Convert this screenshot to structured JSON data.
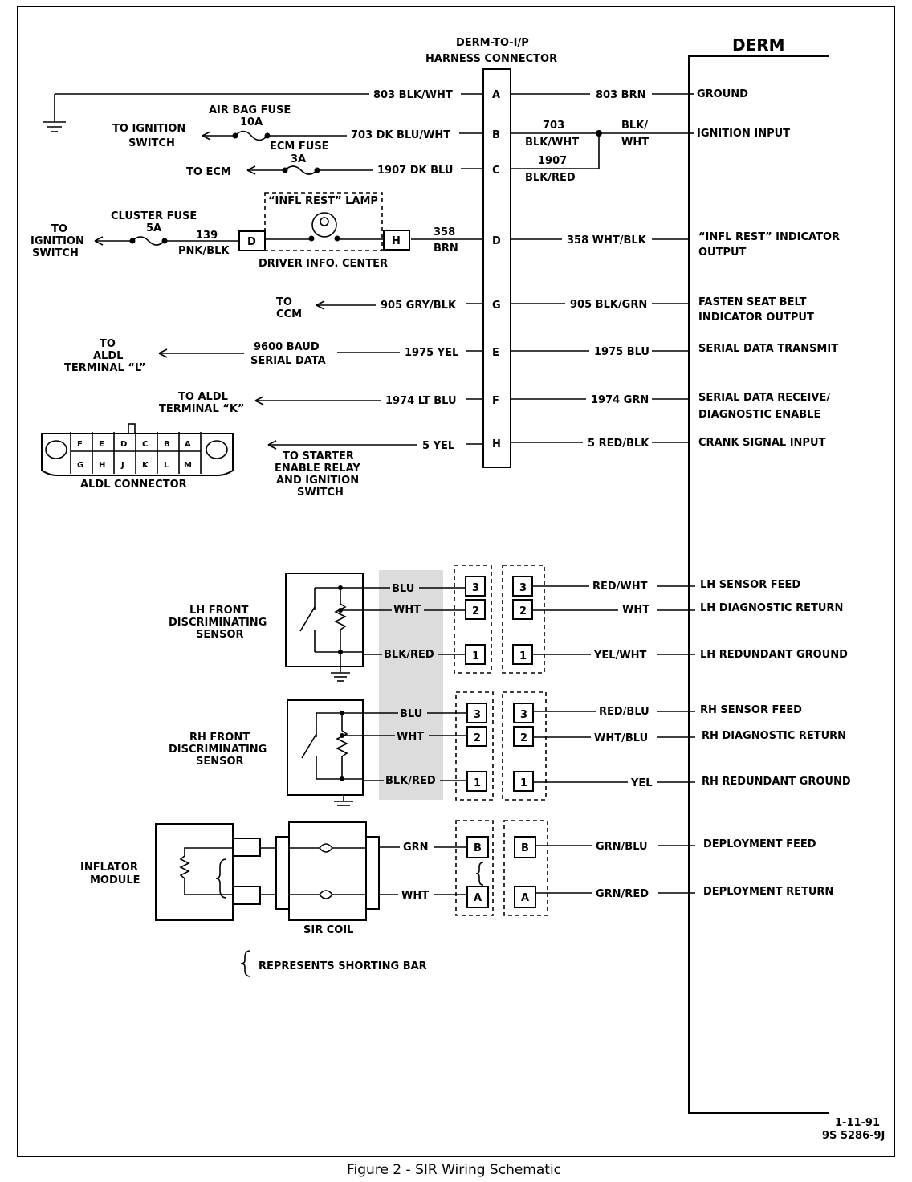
{
  "title": "DERM",
  "harness": {
    "line1": "DERM-TO-I/P",
    "line2": "HARNESS CONNECTOR"
  },
  "pins": [
    "A",
    "B",
    "C",
    "D",
    "G",
    "E",
    "F",
    "H"
  ],
  "left_wires": {
    "a": "803 BLK/WHT",
    "b": "703 DK BLU/WHT",
    "c": "1907 DK BLU",
    "d1": "358",
    "d2": "BRN",
    "g": "905 GRY/BLK",
    "e": "1975 YEL",
    "f": "1974 LT BLU",
    "h": "5 YEL"
  },
  "right_wires": {
    "a": "803 BRN",
    "b_top": "703",
    "b_bot": "BLK/WHT",
    "c_top": "1907",
    "c_bot": "BLK/RED",
    "blk1": "BLK/",
    "blk2": "WHT",
    "d": "358 WHT/BLK",
    "g": "905 BLK/GRN",
    "e": "1975 BLU",
    "f": "1974 GRN",
    "h": "5 RED/BLK"
  },
  "derm_labels": {
    "ground": "GROUND",
    "ignition": "IGNITION INPUT",
    "infl1": "“INFL REST” INDICATOR",
    "infl2": "OUTPUT",
    "fasten1": "FASTEN SEAT BELT",
    "fasten2": "INDICATOR OUTPUT",
    "sdt": "SERIAL DATA TRANSMIT",
    "sdr1": "SERIAL DATA RECEIVE/",
    "sdr2": "DIAGNOSTIC ENABLE",
    "crank": "CRANK SIGNAL INPUT",
    "lhfeed": "LH SENSOR FEED",
    "lhdiag": "LH DIAGNOSTIC RETURN",
    "lhred": "LH REDUNDANT GROUND",
    "rhfeed": "RH SENSOR FEED",
    "rhdiag": "RH DIAGNOSTIC RETURN",
    "rhred": "RH REDUNDANT GROUND",
    "depfeed": "DEPLOYMENT FEED",
    "depret": "DEPLOYMENT RETURN"
  },
  "left_side": {
    "airbag_fuse": "AIR BAG FUSE",
    "airbag_amp": "10A",
    "to_ign1": "TO IGNITION",
    "to_ign2": "SWITCH",
    "ecm_fuse": "ECM FUSE",
    "ecm_amp": "3A",
    "to_ecm": "TO ECM",
    "lamp": "“INFL REST” LAMP",
    "cluster_fuse": "CLUSTER FUSE",
    "cluster_amp": "5A",
    "to_ign_a": "TO",
    "to_ign_b": "IGNITION",
    "to_ign_c": "SWITCH",
    "w139": "139",
    "pnk": "PNK/BLK",
    "dic_d": "D",
    "dic_h": "H",
    "dic": "DRIVER INFO. CENTER",
    "to_ccm1": "TO",
    "to_ccm2": "CCM",
    "baud1": "9600 BAUD",
    "baud2": "SERIAL DATA",
    "aldl_l1": "TO",
    "aldl_l2": "ALDL",
    "aldl_l3": "TERMINAL “L”",
    "aldl_k1": "TO ALDL",
    "aldl_k2": "TERMINAL “K”",
    "starter1": "TO STARTER",
    "starter2": "ENABLE RELAY",
    "starter3": "AND IGNITION",
    "starter4": "SWITCH",
    "aldl_conn": "ALDL CONNECTOR",
    "aldl_top": [
      "F",
      "E",
      "D",
      "C",
      "B",
      "A"
    ],
    "aldl_bot": [
      "G",
      "H",
      "J",
      "K",
      "L",
      "M"
    ]
  },
  "sensors": {
    "lh1": "LH FRONT",
    "lh2": "DISCRIMINATING",
    "lh3": "SENSOR",
    "rh1": "RH FRONT",
    "rh2": "DISCRIMINATING",
    "rh3": "SENSOR",
    "blu": "BLU",
    "wht": "WHT",
    "blkred": "BLK/RED",
    "lh_red_wht": "RED/WHT",
    "lh_wht": "WHT",
    "lh_yel_wht": "YEL/WHT",
    "rh_red_blu": "RED/BLU",
    "rh_wht_blu": "WHT/BLU",
    "rh_yel": "YEL",
    "n3": "3",
    "n2": "2",
    "n1": "1"
  },
  "inflator": {
    "mod1": "INFLATOR",
    "mod2": "MODULE",
    "coil": "SIR COIL",
    "grn": "GRN",
    "wht": "WHT",
    "b": "B",
    "a": "A",
    "grn_blu": "GRN/BLU",
    "grn_red": "GRN/RED"
  },
  "legend": "REPRESENTS SHORTING BAR",
  "ref1": "1-11-91",
  "ref2": "9S 5286-9J",
  "caption": "Figure 2 - SIR Wiring Schematic"
}
